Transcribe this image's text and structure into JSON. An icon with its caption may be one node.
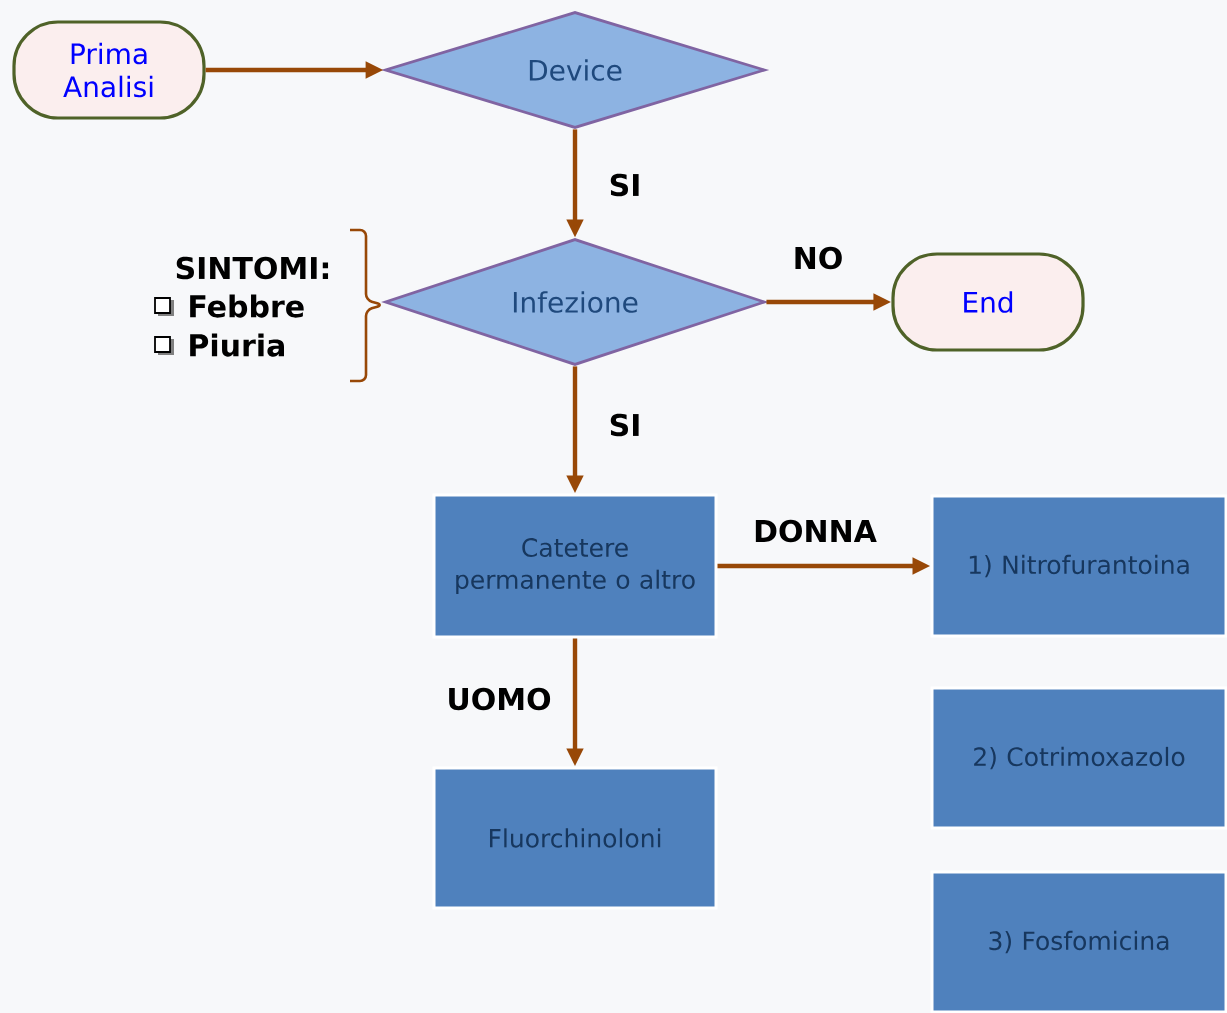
{
  "diagram": {
    "nodes": [
      {
        "text": [
          "Prima Analisi"
        ]
      },
      {
        "text": [
          "Device"
        ]
      },
      {
        "text": [
          "Infezione"
        ]
      },
      {
        "text": [
          "End"
        ]
      },
      {
        "text": [
          "Catetere permanente o altro"
        ]
      },
      {
        "text": [
          "1) Nitrofurantoina"
        ]
      },
      {
        "text": [
          "Fluorchinoloni"
        ]
      },
      {
        "text": [
          "2) Cotrimoxazolo"
        ]
      },
      {
        "text": [
          "3) Fosfomicina"
        ]
      }
    ],
    "edges": [
      {
        "from": 0,
        "to": 1,
        "arrow": "to"
      },
      {
        "from": 1,
        "to": 2,
        "arrow": "to",
        "label": "SI"
      },
      {
        "from": 2,
        "to": 3,
        "arrow": "to",
        "label": "NO"
      },
      {
        "from": 2,
        "to": 4,
        "arrow": "to",
        "label": "SI"
      },
      {
        "from": 4,
        "to": 5,
        "arrow": "to",
        "label": "DONNA"
      },
      {
        "from": 4,
        "to": 6,
        "arrow": "to",
        "label": "UOMO"
      }
    ],
    "labels": [
      "SINTOMI:",
      "Febbre",
      "Piuria"
    ]
  }
}
